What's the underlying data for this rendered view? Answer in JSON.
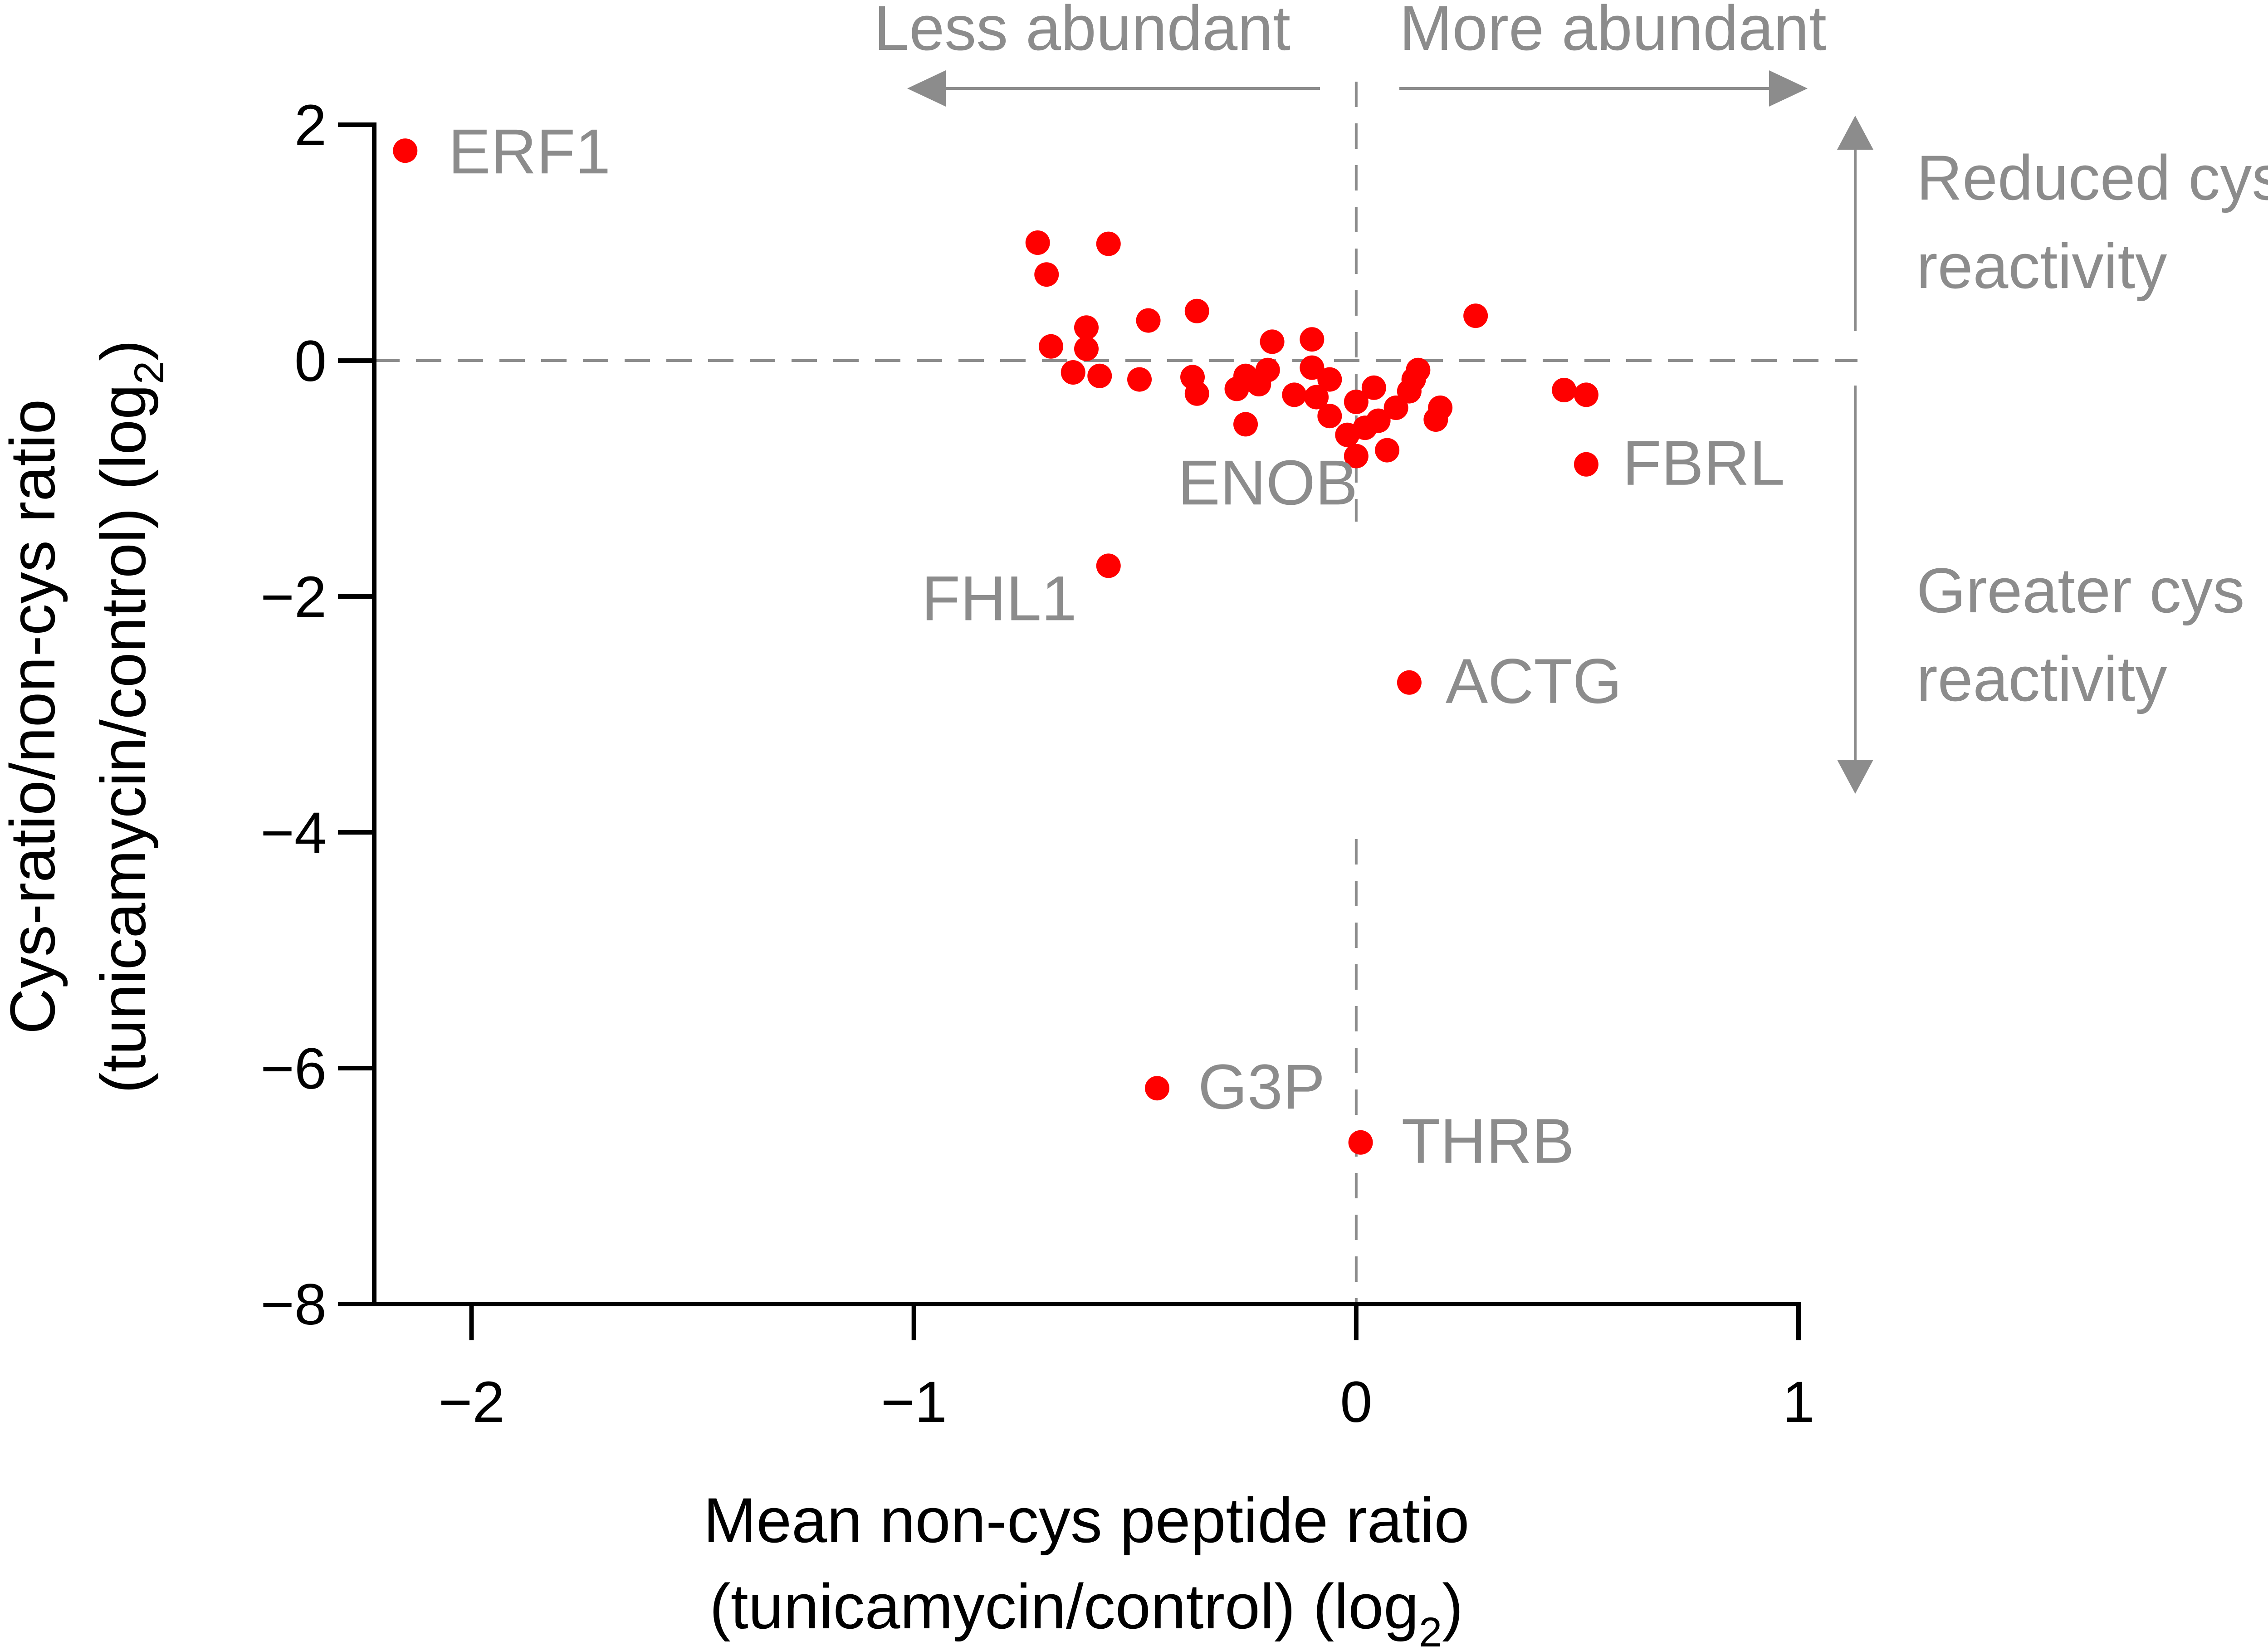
{
  "chart_data": {
    "type": "scatter",
    "xlabel_lines": [
      "Mean non-cys peptide ratio",
      "(tunicamycin/control) (log",
      "2",
      ")"
    ],
    "ylabel_lines": [
      "Cys-ratio/non-cys ratio",
      "(tunicamycin/control) (log",
      "2",
      ")"
    ],
    "xlim": [
      -2.22,
      1.0
    ],
    "ylim": [
      -8,
      2
    ],
    "xticks": [
      {
        "value": -2,
        "label": "−2"
      },
      {
        "value": -1,
        "label": "−1"
      },
      {
        "value": 0,
        "label": "0"
      },
      {
        "value": 1,
        "label": "1"
      }
    ],
    "yticks": [
      {
        "value": 2,
        "label": "2"
      },
      {
        "value": 0,
        "label": "0"
      },
      {
        "value": -2,
        "label": "−2"
      },
      {
        "value": -4,
        "label": "−4"
      },
      {
        "value": -6,
        "label": "−6"
      },
      {
        "value": -8,
        "label": "−8"
      }
    ],
    "grid": false,
    "reference_lines": {
      "x": 0,
      "y": 0
    },
    "marker_color": "#ff0000",
    "label_color": "#8c8c8c",
    "annotations": {
      "less_abundant": "Less abundant",
      "more_abundant": "More abundant",
      "reduced": [
        "Reduced cys",
        "reactivity"
      ],
      "greater": [
        "Greater cys",
        "reactivity"
      ]
    },
    "points": [
      {
        "x": -2.15,
        "y": 1.78,
        "label": "ERF1"
      },
      {
        "x": 0.52,
        "y": -0.88,
        "label": "FBRL"
      },
      {
        "x": -0.56,
        "y": -1.74,
        "label": "FHL1"
      },
      {
        "x": 0.12,
        "y": -2.73,
        "label": "ACTG"
      },
      {
        "x": -0.45,
        "y": -6.17,
        "label": "G3P"
      },
      {
        "x": 0.01,
        "y": -6.63,
        "label": "THRB"
      },
      {
        "x": -0.72,
        "y": 1.0
      },
      {
        "x": -0.56,
        "y": 0.99
      },
      {
        "x": -0.7,
        "y": 0.73
      },
      {
        "x": -0.47,
        "y": 0.34
      },
      {
        "x": -0.36,
        "y": 0.42
      },
      {
        "x": -0.61,
        "y": 0.28
      },
      {
        "x": -0.69,
        "y": 0.12
      },
      {
        "x": -0.61,
        "y": 0.1
      },
      {
        "x": -0.19,
        "y": 0.16
      },
      {
        "x": -0.1,
        "y": 0.18
      },
      {
        "x": 0.27,
        "y": 0.38
      },
      {
        "x": -0.64,
        "y": -0.1
      },
      {
        "x": -0.58,
        "y": -0.13
      },
      {
        "x": -0.49,
        "y": -0.16
      },
      {
        "x": -0.37,
        "y": -0.14
      },
      {
        "x": -0.36,
        "y": -0.28
      },
      {
        "x": -0.27,
        "y": -0.24
      },
      {
        "x": -0.25,
        "y": -0.13
      },
      {
        "x": -0.22,
        "y": -0.2
      },
      {
        "x": -0.2,
        "y": -0.08
      },
      {
        "x": -0.25,
        "y": -0.54
      },
      {
        "x": -0.14,
        "y": -0.29
      },
      {
        "x": -0.1,
        "y": -0.06
      },
      {
        "x": -0.09,
        "y": -0.31
      },
      {
        "x": -0.06,
        "y": -0.16
      },
      {
        "x": -0.06,
        "y": -0.47
      },
      {
        "x": -0.02,
        "y": -0.63
      },
      {
        "x": 0.0,
        "y": -0.35
      },
      {
        "x": 0.0,
        "y": -0.81
      },
      {
        "x": 0.02,
        "y": -0.57
      },
      {
        "x": 0.04,
        "y": -0.23
      },
      {
        "x": 0.05,
        "y": -0.51
      },
      {
        "x": 0.07,
        "y": -0.76
      },
      {
        "x": 0.09,
        "y": -0.4
      },
      {
        "x": 0.12,
        "y": -0.26
      },
      {
        "x": 0.13,
        "y": -0.16
      },
      {
        "x": 0.14,
        "y": -0.08
      },
      {
        "x": 0.18,
        "y": -0.5
      },
      {
        "x": 0.19,
        "y": -0.4
      },
      {
        "x": 0.47,
        "y": -0.25
      },
      {
        "x": 0.52,
        "y": -0.29
      }
    ],
    "extra_labels": [
      {
        "text": "ENOB",
        "x": -0.2,
        "y": -1.22
      }
    ]
  }
}
